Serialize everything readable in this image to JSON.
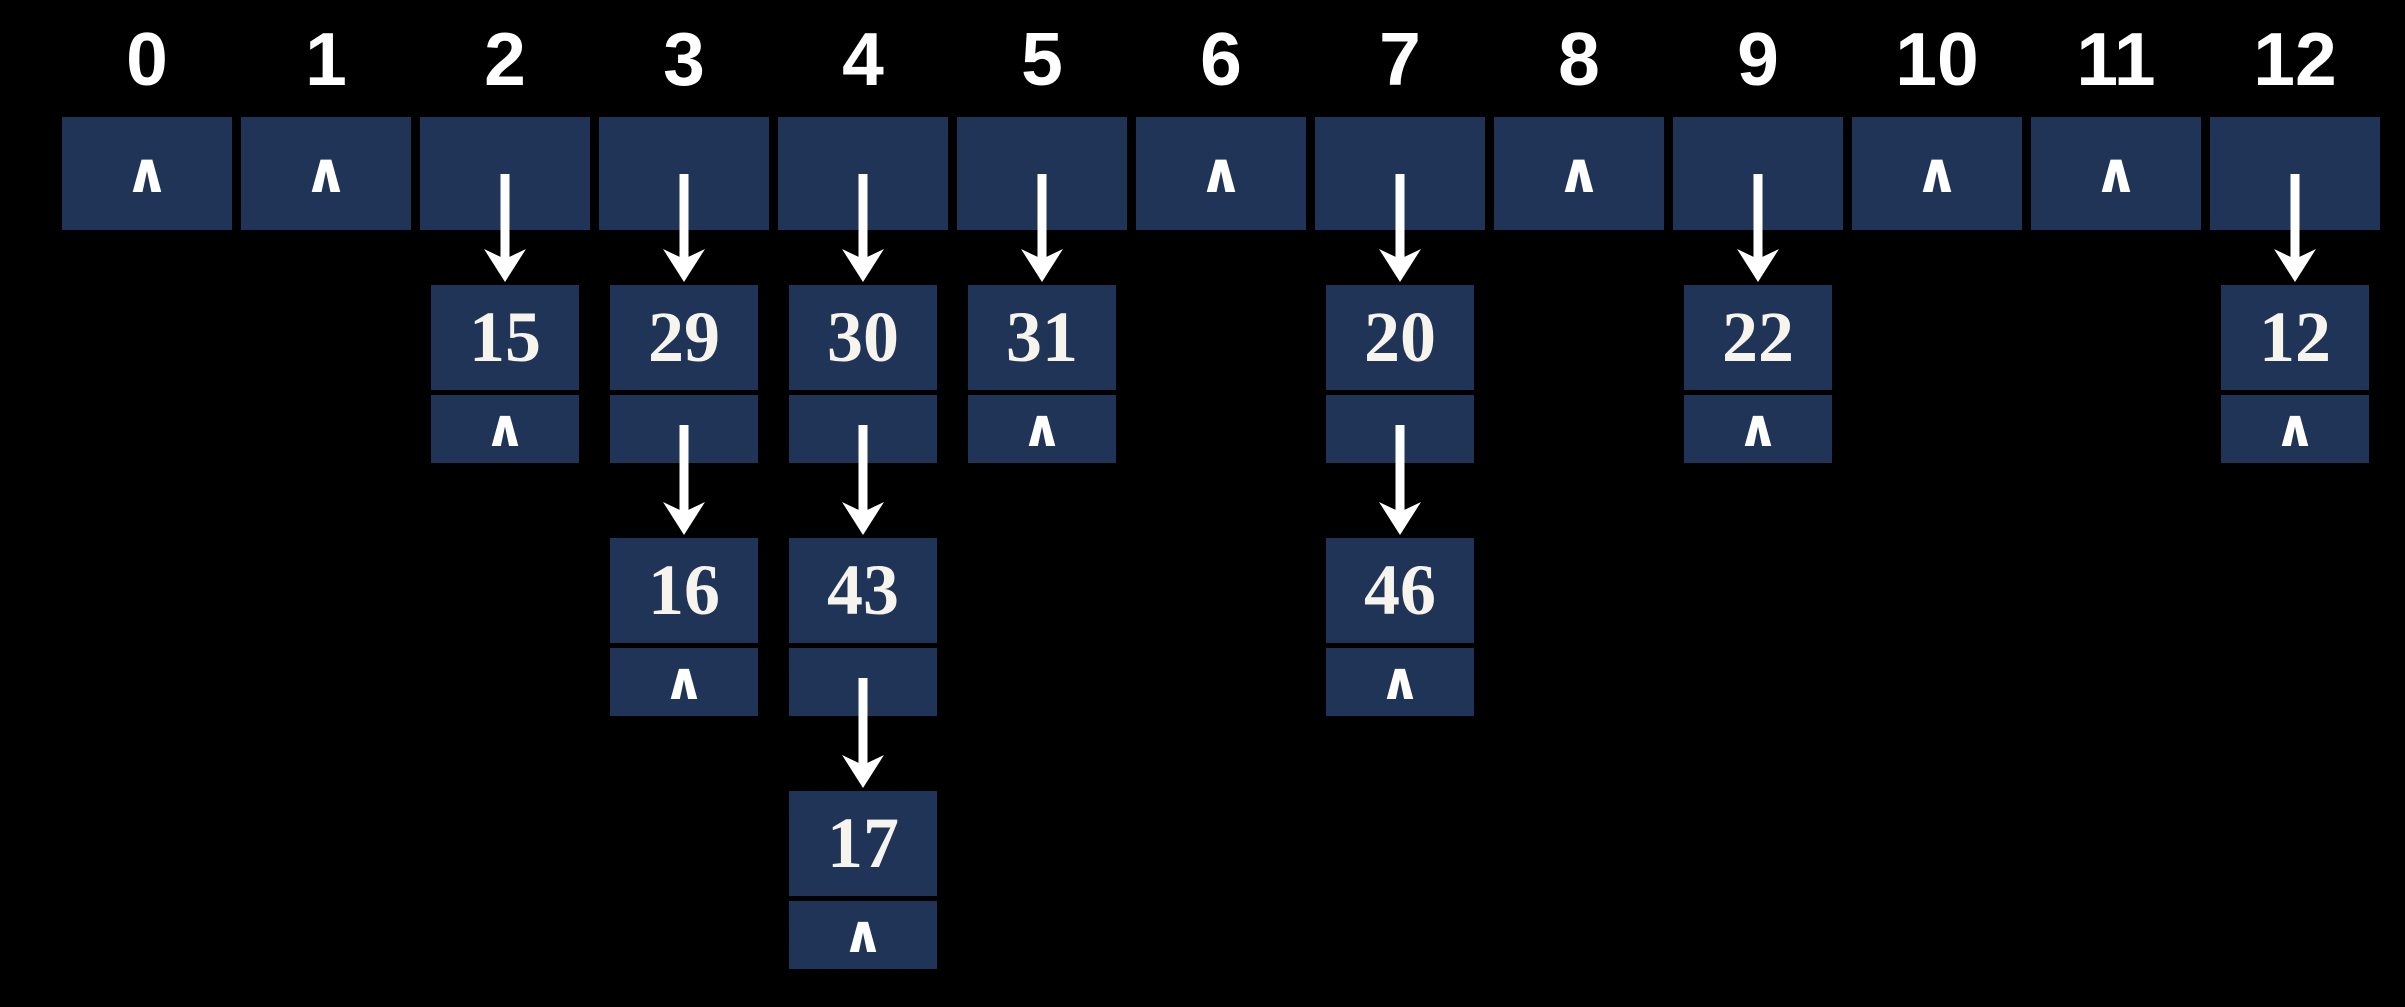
{
  "diagram": {
    "type": "hash-table-separate-chaining",
    "null_symbol": "∧",
    "colors": {
      "background": "#000000",
      "box": "#1f3456",
      "label_text": "#ffffff",
      "value_text": "#f6f4ec",
      "arrow": "#ffffff"
    },
    "buckets": [
      {
        "index": "0",
        "chain": []
      },
      {
        "index": "1",
        "chain": []
      },
      {
        "index": "2",
        "chain": [
          "15"
        ]
      },
      {
        "index": "3",
        "chain": [
          "29",
          "16"
        ]
      },
      {
        "index": "4",
        "chain": [
          "30",
          "43",
          "17"
        ]
      },
      {
        "index": "5",
        "chain": [
          "31"
        ]
      },
      {
        "index": "6",
        "chain": []
      },
      {
        "index": "7",
        "chain": [
          "20",
          "46"
        ]
      },
      {
        "index": "8",
        "chain": []
      },
      {
        "index": "9",
        "chain": [
          "22"
        ]
      },
      {
        "index": "10",
        "chain": []
      },
      {
        "index": "11",
        "chain": []
      },
      {
        "index": "12",
        "chain": [
          "12"
        ]
      }
    ]
  }
}
